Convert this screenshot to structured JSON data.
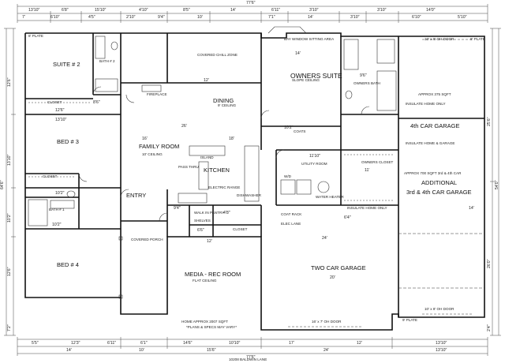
{
  "title": "10208 BALDWIN LANE",
  "rooms": {
    "suite2": "SUITE # 2",
    "bath2": "BATH # 2",
    "covered_chill_zone": "COVERED CHILL ZONE",
    "dining": "DINING",
    "bay_window": "BAY WINDOW SITTING AREA",
    "owners_suite": "OWNERS SUITE",
    "owners_bath": "OWNERS BATH",
    "garage_375": "APPROX 375 SQFT",
    "garage_4th": "4th CAR GARAGE",
    "bed3": "BED # 3",
    "closet": "CLOSET",
    "family_room": "FAMILY ROOM",
    "kitchen": "KITCHEN",
    "utility_room": "UTILITY ROOM",
    "owners_closet": "OWNERS CLOSET",
    "coats": "COATS",
    "garage_700": "APPROX 700 SQFT 3rd & 4th CAR",
    "additional": "ADDITIONAL",
    "garage_3rd_4th": "3rd & 4th CAR GARAGE",
    "bath1": "BATH # 1",
    "entry": "ENTRY",
    "walkin_pantry": "WALK IN PANTRY",
    "covered_porch": "COVERED PORCH",
    "media_rec": "MEDIA - REC ROOM",
    "two_car_garage": "TWO CAR GARAGE",
    "bed4": "BED # 4",
    "home_approx": "HOME APPROX 2007 SQFT",
    "plans_note": "*PLANS & SPECS MAY VARY*"
  },
  "notes": {
    "insulate_home_only": "INSULATE HOME ONLY",
    "insulate_home_garage": "INSULATE HOME & GARAGE",
    "elec_lane": "ELEC LANE",
    "coat_rack": "COAT RACK",
    "door_10x8": "10' x 8' OH DOOR",
    "door_16x7": "16' x 7' OH DOOR",
    "ft8_plate": "8' PLATE",
    "ft9_plate": "9' PLATE",
    "ft10_ceiling": "10' CEILING",
    "ft9_ceiling": "9' CEILING",
    "flat_ceiling": "FLAT CEILING",
    "slope_ceiling": "SLOPE CEILING",
    "fireplace": "FIREPLACE",
    "pass_thru": "PASS THRU",
    "island": "ISLAND",
    "dishwasher": "DISHWASHER",
    "shelves": "SHELVES",
    "electric_range": "ELECTRIC RANGE",
    "washer_dryer": "W/D",
    "water_heater": "WATER HEATER"
  },
  "dimensions": {
    "top_overall": "77'6\"",
    "bottom_overall": "77'6\"",
    "left_overall": "64'6\"",
    "right_overall": "54'0\"",
    "top": [
      "13'10\"",
      "6'8\"",
      "15'10\"",
      "4'10\"",
      "8'5\"",
      "14'",
      "6'11\"",
      "3'10\"",
      "14'0\"",
      "3'10\""
    ],
    "top_row2": [
      "7'",
      "6'10\"",
      "4'5\"",
      "2'10\"",
      "9'4\"",
      "10'",
      "7'1\"",
      "14'",
      "3'10\"",
      "6'10\"",
      "5'10\""
    ],
    "bottom_row1": [
      "5'5\"",
      "12'3\"",
      "6'11\"",
      "6'1\"",
      "14'6\"",
      "10'10\"",
      "17'",
      "12'",
      "13'10\""
    ],
    "bottom_row2": [
      "14'",
      "10'",
      "15'6\"",
      "24'",
      "13'10\""
    ],
    "interior": [
      "12'6\"",
      "13'10\"",
      "26'",
      "16'",
      "18'",
      "12'",
      "10'2\"",
      "14'",
      "9'6\"",
      "10'2\"",
      "11'10\"",
      "11'",
      "6'4\"",
      "14'",
      "12'",
      "24'",
      "20'",
      "10'2\"",
      "8'6\"",
      "6'6\"",
      "9'4\"",
      "4'8\""
    ],
    "left_side": [
      "12'6\"",
      "13'10\"",
      "10'2\"",
      "12'6\"",
      "7'2\""
    ],
    "right_side": [
      "25'6\"",
      "26'0\"",
      "2'4\""
    ]
  }
}
